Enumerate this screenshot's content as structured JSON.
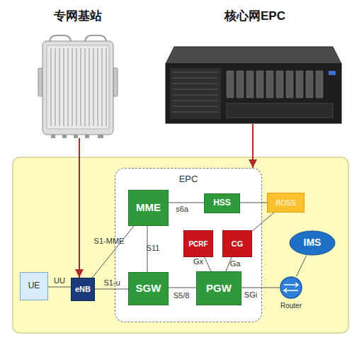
{
  "diagram": {
    "nodes": [
      {
        "text": [
          "专网基站"
        ]
      },
      {
        "text": [
          "核心网EPC"
        ]
      },
      {
        "text": [
          "EPC"
        ]
      },
      {
        "text": [
          "UE"
        ]
      },
      {
        "text": [
          "eNB"
        ]
      },
      {
        "text": [
          "MME"
        ],
        "in": 2
      },
      {
        "text": [
          "HSS"
        ],
        "in": 2
      },
      {
        "text": [
          "BOSS"
        ]
      },
      {
        "text": [
          "PCRF"
        ],
        "in": 2
      },
      {
        "text": [
          "CG"
        ],
        "in": 2
      },
      {
        "text": [
          "SGW"
        ],
        "in": 2
      },
      {
        "text": [
          "PGW"
        ],
        "in": 2
      },
      {
        "text": [
          "IMS"
        ]
      },
      {
        "text": [
          "Router"
        ]
      }
    ],
    "edges": [
      {
        "from": 0,
        "to": 4,
        "arrow": "to"
      },
      {
        "from": 1,
        "to": 2,
        "arrow": "to"
      },
      {
        "from": 3,
        "to": 4,
        "label": "UU",
        "arrow": "none"
      },
      {
        "from": 4,
        "to": 5,
        "label": "S1-MME",
        "arrow": "none"
      },
      {
        "from": 4,
        "to": 10,
        "label": "S1-u",
        "arrow": "none"
      },
      {
        "from": 5,
        "to": 6,
        "label": "s6a",
        "arrow": "none"
      },
      {
        "from": 5,
        "to": 10,
        "label": "S11",
        "arrow": "none"
      },
      {
        "from": 6,
        "to": 7,
        "arrow": "none"
      },
      {
        "from": 7,
        "to": 9,
        "arrow": "none"
      },
      {
        "from": 10,
        "to": 11,
        "label": "S5/8",
        "arrow": "none"
      },
      {
        "from": 8,
        "to": 11,
        "label": "Gx",
        "arrow": "none"
      },
      {
        "from": 9,
        "to": 11,
        "label": "Ga",
        "arrow": "none"
      },
      {
        "from": 11,
        "to": 13,
        "label": "SGi",
        "arrow": "none"
      },
      {
        "from": 13,
        "to": 12,
        "arrow": "none"
      }
    ]
  }
}
